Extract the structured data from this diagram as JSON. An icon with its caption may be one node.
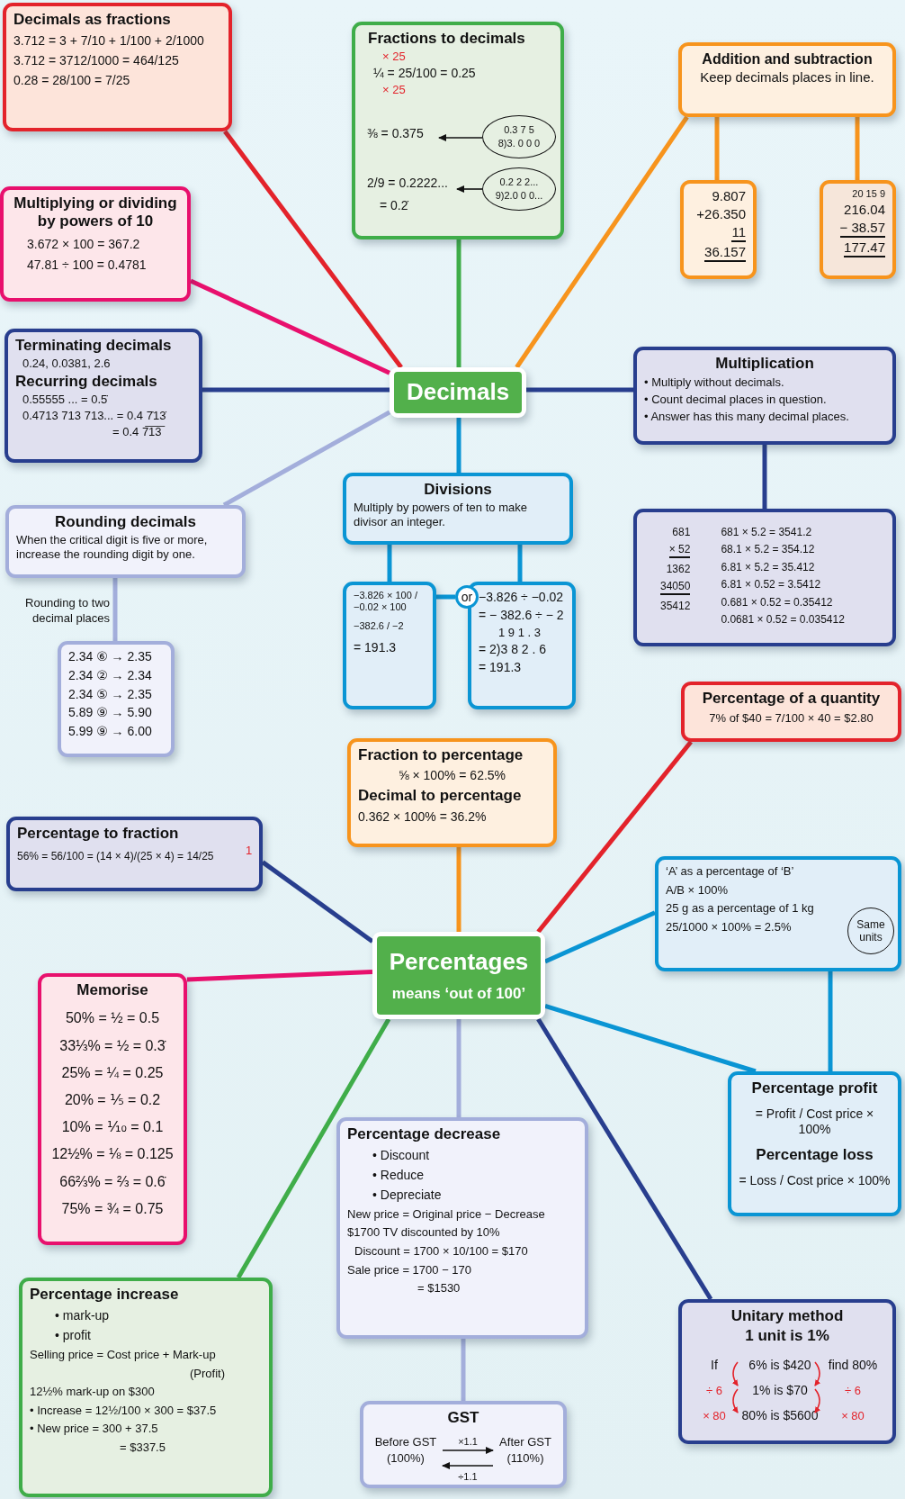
{
  "diagram": {
    "nodes": [
      {
        "text": [
          "Decimals"
        ]
      },
      {
        "text": [
          "Decimals as fractions",
          "3.712 = 3 + 7/10 + 1/100 + 2/1000",
          "3.712 = 3712/1000 = 464/125",
          "0.28 = 28/100 = 7/25"
        ]
      },
      {
        "text": [
          "Fractions to decimals",
          "× 25",
          "¼ = 25/100 = 0.25",
          "× 25"
        ]
      },
      {
        "text": [
          "⅜ = 0.375"
        ],
        "in": 2
      },
      {
        "text": [
          "0.3 7 5",
          "8)3. 0 0 0"
        ],
        "in": 2
      },
      {
        "text": [
          "2/9 = 0.2222...",
          "= 0.2̇"
        ],
        "in": 2
      },
      {
        "text": [
          "0.2 2 2...",
          "9)2.0 0 0..."
        ],
        "in": 2
      },
      {
        "text": [
          "Addition and subtraction",
          "Keep decimals places in line."
        ]
      },
      {
        "text": [
          "9.807",
          "+26.350",
          "11",
          "36.157"
        ]
      },
      {
        "text": [
          "20 15 9",
          "216.04",
          "− 38.57",
          "177.47"
        ]
      },
      {
        "text": [
          "Multiplying or dividing by powers of 10",
          "3.672 × 100 = 367.2",
          "47.81 ÷ 100 = 0.4781"
        ]
      },
      {
        "text": [
          "Terminating decimals",
          "0.24, 0.0381, 2.6",
          "Recurring decimals",
          "0.55555 ... = 0.5̇",
          "0.4713 713 713... = 0.4 7̇13̇",
          "= 0.4 7̅1̅3̅"
        ]
      },
      {
        "text": [
          "Multiplication",
          "• Multiply without decimals.",
          "• Count decimal places in question.",
          "• Answer has this many decimal places."
        ]
      },
      {
        "text": [
          "681",
          "× 52",
          "1362",
          "34050",
          "35412",
          "681 × 5.2 = 3541.2",
          "68.1 × 5.2 = 354.12",
          "6.81 × 5.2 = 35.412",
          "6.81 × 0.52 = 3.5412",
          "0.681 × 0.52 = 0.35412",
          "0.0681 × 0.52 = 0.035412"
        ]
      },
      {
        "text": [
          "Divisions",
          "Multiply by powers of ten to make divisor an integer."
        ]
      },
      {
        "text": [
          "−3.826 × 100 / −0.02 × 100",
          "−382.6 / −2",
          "= 191.3"
        ]
      },
      {
        "text": [
          "or"
        ]
      },
      {
        "text": [
          "−3.826 ÷ −0.02",
          "= − 382.6 ÷ − 2",
          "1 9 1 . 3",
          "= 2)3 8 2 . 6",
          "= 191.3"
        ]
      },
      {
        "text": [
          "Rounding decimals",
          "When the critical digit is five or more, increase the rounding digit by one."
        ]
      },
      {
        "text": [
          "2.34 ⑥ → 2.35",
          "2.34 ② → 2.34",
          "2.34 ⑤ → 2.35",
          "5.89 ⑨ → 5.90",
          "5.99 ⑨ → 6.00"
        ]
      },
      {
        "text": [
          "Fraction to percentage",
          "⅝ × 100% = 62.5%",
          "Decimal to percentage",
          "0.362 × 100% = 36.2%"
        ]
      },
      {
        "text": [
          "Percentage of a quantity",
          "7% of $40 = 7/100 × 40 = $2.80"
        ]
      },
      {
        "text": [
          "Percentage to fraction",
          "56% = 56/100 = (14 × 4)/(25 × 4) = 14/25",
          "1"
        ]
      },
      {
        "text": [
          "Percentages",
          "means ‘out of 100’"
        ]
      },
      {
        "text": [
          "‘A’ as a percentage of ‘B’",
          "A/B × 100%",
          "25 g as a percentage of 1 kg",
          "25/1000 × 100% = 2.5%"
        ]
      },
      {
        "text": [
          "Same units"
        ],
        "in": 24
      },
      {
        "text": [
          "Memorise",
          "50% = ½ = 0.5",
          "33⅓% = ½ = 0.3̇",
          "25% = ¼ = 0.25",
          "20% = ⅕ = 0.2",
          "10% = ⅒ = 0.1",
          "12½% = ⅛ = 0.125",
          "66⅔% = ⅔ = 0.6̇",
          "75% = ¾ = 0.75"
        ]
      },
      {
        "text": [
          "Percentage profit",
          "= Profit / Cost price × 100%",
          "Percentage loss",
          "= Loss / Cost price × 100%"
        ]
      },
      {
        "text": [
          "Percentage decrease",
          "• Discount",
          "• Reduce",
          "• Depreciate",
          "New price = Original price − Decrease",
          "$1700 TV discounted by 10%",
          "Discount = 1700 × 10/100 = $170",
          "Sale price = 1700 − 170",
          "= $1530"
        ]
      },
      {
        "text": [
          "Percentage increase",
          "• mark-up",
          "• profit",
          "Selling price = Cost price + Mark-up",
          "(Profit)",
          "12½% mark-up on $300",
          "• Increase = 12½/100 × 300 = $37.5",
          "• New price = 300 + 37.5",
          "= $337.5"
        ]
      },
      {
        "text": [
          "Unitary method",
          "1 unit is 1%",
          "If",
          "6% is $420",
          "find 80%",
          "÷ 6",
          "1% is $70",
          "÷ 6",
          "× 80",
          "80% is $5600",
          "× 80"
        ]
      },
      {
        "text": [
          "GST"
        ]
      },
      {
        "text": [
          "Before GST",
          "(100%)"
        ],
        "in": 31
      },
      {
        "text": [
          "After GST",
          "(110%)"
        ],
        "in": 31
      }
    ],
    "edges": [
      {
        "from": 0,
        "to": 1,
        "arrow": "none",
        "color": "#e3232b"
      },
      {
        "from": 0,
        "to": 2,
        "arrow": "none",
        "color": "#3fad49"
      },
      {
        "from": 0,
        "to": 7,
        "arrow": "none",
        "color": "#f7941d"
      },
      {
        "from": 0,
        "to": 10,
        "arrow": "none",
        "color": "#e8106d"
      },
      {
        "from": 0,
        "to": 11,
        "arrow": "none",
        "color": "#283e8e"
      },
      {
        "from": 0,
        "to": 12,
        "arrow": "none",
        "color": "#283e8e"
      },
      {
        "from": 0,
        "to": 18,
        "arrow": "none",
        "color": "#a3aedb"
      },
      {
        "from": 0,
        "to": 14,
        "arrow": "none",
        "color": "#0a95d4"
      },
      {
        "from": 4,
        "to": 3,
        "arrow": "to",
        "color": "#111111"
      },
      {
        "from": 6,
        "to": 5,
        "arrow": "to",
        "color": "#111111"
      },
      {
        "from": 7,
        "to": 8,
        "arrow": "none",
        "color": "#f7941d"
      },
      {
        "from": 7,
        "to": 9,
        "arrow": "none",
        "color": "#f7941d"
      },
      {
        "from": 12,
        "to": 13,
        "arrow": "none",
        "color": "#283e8e"
      },
      {
        "from": 14,
        "to": 15,
        "arrow": "none",
        "color": "#0a95d4"
      },
      {
        "from": 14,
        "to": 17,
        "arrow": "none",
        "color": "#0a95d4"
      },
      {
        "from": 15,
        "to": 16,
        "arrow": "none",
        "color": "#0a95d4"
      },
      {
        "from": 18,
        "to": 19,
        "arrow": "none",
        "color": "#a3aedb"
      },
      {
        "from": 23,
        "to": 20,
        "arrow": "none",
        "color": "#f7941d"
      },
      {
        "from": 23,
        "to": 21,
        "arrow": "none",
        "color": "#e3232b"
      },
      {
        "from": 23,
        "to": 22,
        "arrow": "none",
        "color": "#283e8e"
      },
      {
        "from": 23,
        "to": 24,
        "arrow": "none",
        "color": "#0a95d4"
      },
      {
        "from": 23,
        "to": 26,
        "arrow": "none",
        "color": "#e8106d"
      },
      {
        "from": 23,
        "to": 27,
        "arrow": "none",
        "color": "#0a95d4"
      },
      {
        "from": 23,
        "to": 28,
        "arrow": "none",
        "color": "#a3aedb"
      },
      {
        "from": 23,
        "to": 29,
        "arrow": "none",
        "color": "#3fad49"
      },
      {
        "from": 23,
        "to": 30,
        "arrow": "none",
        "color": "#283e8e"
      },
      {
        "from": 24,
        "to": 27,
        "arrow": "none",
        "color": "#0a95d4"
      },
      {
        "from": 28,
        "to": 31,
        "arrow": "none",
        "color": "#a3aedb"
      },
      {
        "from": 32,
        "to": 33,
        "arrow": "to",
        "label": "×1.1",
        "color": "#111111"
      },
      {
        "from": 33,
        "to": 32,
        "arrow": "to",
        "label": "÷1.1",
        "color": "#111111"
      }
    ],
    "labels": [
      "Rounding to two decimal places"
    ]
  }
}
